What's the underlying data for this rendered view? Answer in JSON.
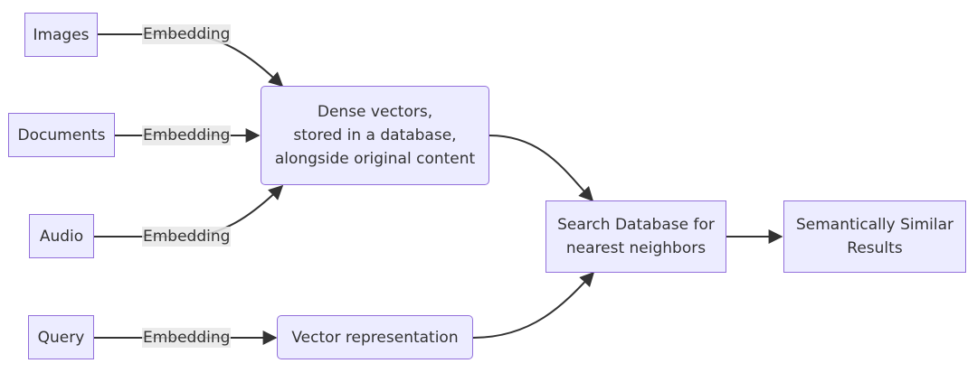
{
  "nodes": {
    "images": "Images",
    "documents": "Documents",
    "audio": "Audio",
    "query": "Query",
    "dense_vectors": "Dense vectors,\nstored in a database,\nalongside original content",
    "vector_representation": "Vector representation",
    "search_database": "Search Database for\nnearest neighbors",
    "results": "Semantically Similar\nResults"
  },
  "edge_labels": {
    "images_embedding": "Embedding",
    "documents_embedding": "Embedding",
    "audio_embedding": "Embedding",
    "query_embedding": "Embedding"
  },
  "colors": {
    "node_fill": "#ececff",
    "node_border": "#9370db",
    "edge_stroke": "#333333",
    "label_background": "#e8e8e8"
  }
}
